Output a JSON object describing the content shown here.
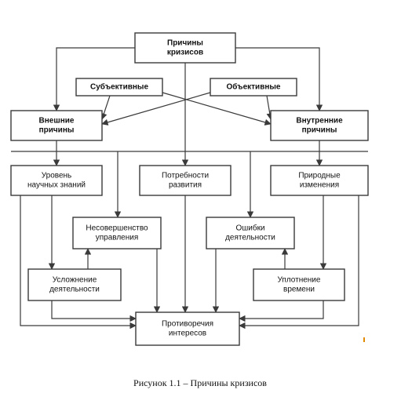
{
  "nodes": {
    "root": [
      "Причины",
      "кризисов"
    ],
    "subjective": [
      "Субъективные"
    ],
    "objective": [
      "Объективные"
    ],
    "external": [
      "Внешние",
      "причины"
    ],
    "internal": [
      "Внутренние",
      "причины"
    ],
    "knowledge": [
      "Уровень",
      "научных знаний"
    ],
    "needs": [
      "Потребности",
      "развития"
    ],
    "nature": [
      "Природные",
      "изменения"
    ],
    "management": [
      "Несовершенство",
      "управления"
    ],
    "errors": [
      "Ошибки",
      "деятельности"
    ],
    "complication": [
      "Усложнение",
      "деятельности"
    ],
    "compression": [
      "Уплотнение",
      "времени"
    ],
    "contradictions": [
      "Противоречия",
      "интересов"
    ]
  },
  "caption": "Рисунок 1.1 – Причины кризисов"
}
